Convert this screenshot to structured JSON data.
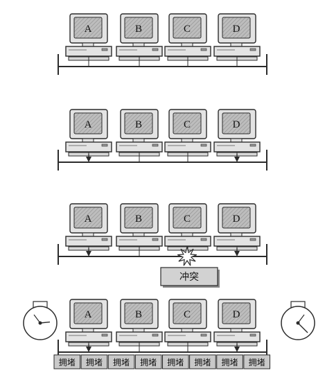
{
  "panels": [
    {
      "computers": [
        "A",
        "B",
        "C",
        "D"
      ],
      "arrows": [],
      "collision": null,
      "jam": null,
      "timers": false
    },
    {
      "computers": [
        "A",
        "B",
        "C",
        "D"
      ],
      "arrows": [
        "A",
        "D"
      ],
      "collision": null,
      "jam": null,
      "timers": false
    },
    {
      "computers": [
        "A",
        "B",
        "C",
        "D"
      ],
      "arrows": [
        "A",
        "D"
      ],
      "collision": {
        "label": "冲突"
      },
      "jam": null,
      "timers": false
    },
    {
      "computers": [
        "A",
        "B",
        "C",
        "D"
      ],
      "arrows": [
        "A",
        "D"
      ],
      "collision": null,
      "jam": {
        "label": "拥堵",
        "count": 8
      },
      "timers": true
    }
  ],
  "colors": {
    "ink": "#2b2b2b",
    "screen": "#bdbdbd",
    "panel": "#e3e3e3",
    "jam_fill": "#c9c9c9",
    "collision_box": "#d2d2d2"
  }
}
